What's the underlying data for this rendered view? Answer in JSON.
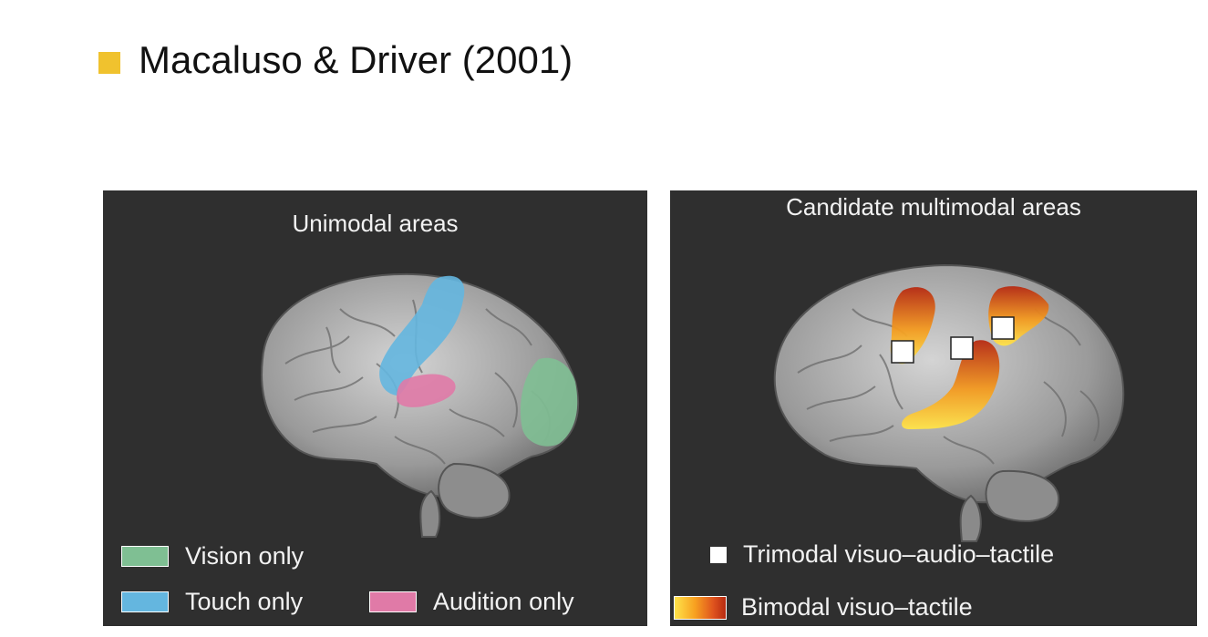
{
  "slide": {
    "title": "Macaluso & Driver (2001)",
    "bullet_color": "#f0c22e"
  },
  "left_panel": {
    "title": "Unimodal areas",
    "legend": [
      {
        "label": "Vision only",
        "color": "#7fbf93"
      },
      {
        "label": "Touch only",
        "color": "#64b6df"
      },
      {
        "label": "Audition only",
        "color": "#e07aa7"
      }
    ]
  },
  "right_panel": {
    "title": "Candidate multimodal areas",
    "legend": [
      {
        "label": "Trimodal visuo–audio–tactile",
        "color": "#ffffff"
      },
      {
        "label": "Bimodal visuo–tactile",
        "gradient": [
          "#ffe44a",
          "#b72a12"
        ]
      }
    ]
  },
  "icons": {
    "bullet": "square-bullet-icon",
    "trimodal_marker": "white-square-icon",
    "bimodal_swatch": "gradient-swatch-icon"
  }
}
